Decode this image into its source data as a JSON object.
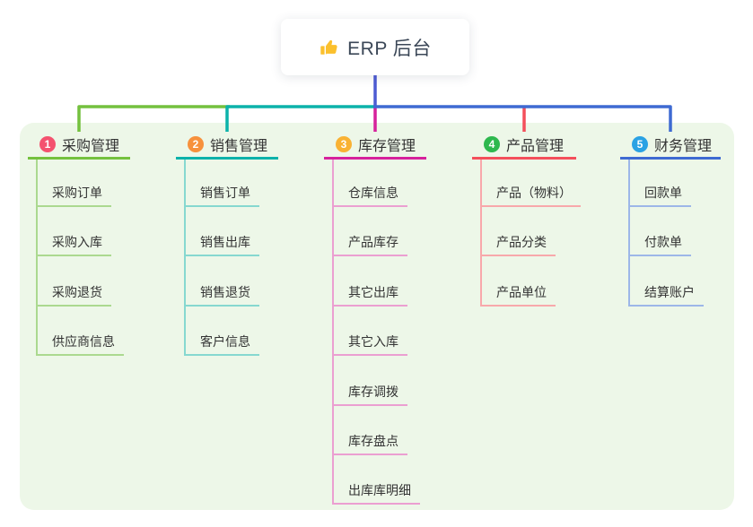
{
  "canvas": {
    "background_color": "#ffffff",
    "panel_color": "#edf7e8"
  },
  "root": {
    "label": "ERP 后台",
    "icon": "thumbs-up-icon",
    "icon_color": "#fbc02d",
    "connector_color": "#4d5bd3"
  },
  "branches": [
    {
      "number": "1",
      "label": "采购管理",
      "badge_color": "#f4526f",
      "line_color": "#74c13e",
      "child_line_color": "#abd98f",
      "children": [
        "采购订单",
        "采购入库",
        "采购退货",
        "供应商信息"
      ]
    },
    {
      "number": "2",
      "label": "销售管理",
      "badge_color": "#f7913c",
      "line_color": "#0cb2aa",
      "child_line_color": "#86d8d0",
      "children": [
        "销售订单",
        "销售出库",
        "销售退货",
        "客户信息"
      ]
    },
    {
      "number": "3",
      "label": "库存管理",
      "badge_color": "#f9b233",
      "line_color": "#d6219c",
      "child_line_color": "#eb9fd1",
      "children": [
        "仓库信息",
        "产品库存",
        "其它出库",
        "其它入库",
        "库存调拨",
        "库存盘点",
        "出库库明细"
      ]
    },
    {
      "number": "4",
      "label": "产品管理",
      "badge_color": "#2eb84e",
      "line_color": "#f44f5b",
      "child_line_color": "#f8a8ab",
      "children": [
        "产品（物料）",
        "产品分类",
        "产品单位"
      ]
    },
    {
      "number": "5",
      "label": "财务管理",
      "badge_color": "#2aa2e4",
      "line_color": "#3e6ad2",
      "child_line_color": "#9db7e8",
      "children": [
        "回款单",
        "付款单",
        "结算账户"
      ]
    }
  ]
}
